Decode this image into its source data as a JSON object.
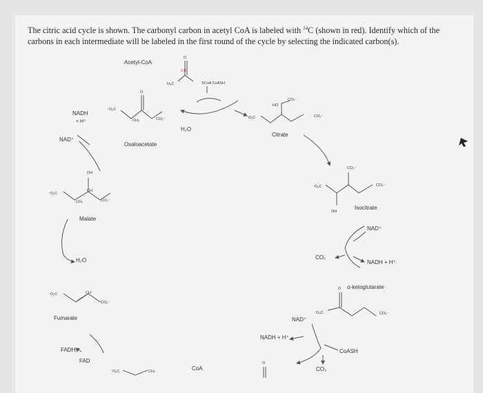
{
  "question": {
    "line1_pre": "The citric acid cycle is shown. The carbonyl carbon in acetyl CoA is labeled with ",
    "isotope_mass": "14",
    "line1_post": "C (shown in red). Identify which of the",
    "line2": "carbons in each intermediate will be labeled in the first round of the cycle by selecting the indicated carbon(s)."
  },
  "labels": {
    "acetyl_coa": "Acetyl-CoA",
    "h3c": "H₃C",
    "scoa_coash": "SCoA  CoASH",
    "c14": "14C",
    "oxaloacetate": "Oxaloacetate",
    "citrate": "Citrate",
    "isocitrate": "Isocitrate",
    "malate": "Malate",
    "fumarate": "Fumarate",
    "alpha_kg": "α-ketoglutarate",
    "nadh_h_top": "NADH",
    "h_plus_top": "+ H⁺",
    "nad_top": "NAD⁺",
    "h2o_1": "H₂O",
    "h2o_2": "H₂O",
    "nad_right": "NAD⁺",
    "nadh_right": "NADH + H⁺",
    "co2_right": "CO₂",
    "nad_bottom": "NAD⁺",
    "nadh_bottom": "NADH + H⁺",
    "coash_bottom": "CoASH",
    "co2_bottom": "CO₂",
    "fadh2": "FADH₂",
    "fad": "FAD",
    "coa": "CoA",
    "co2_minus": "CO₂⁻",
    "o2c_minus": "⁻O₂C",
    "ho": "HO",
    "oh": "OH",
    "ch2": "CH₂",
    "ch": "CH",
    "o": "O"
  }
}
